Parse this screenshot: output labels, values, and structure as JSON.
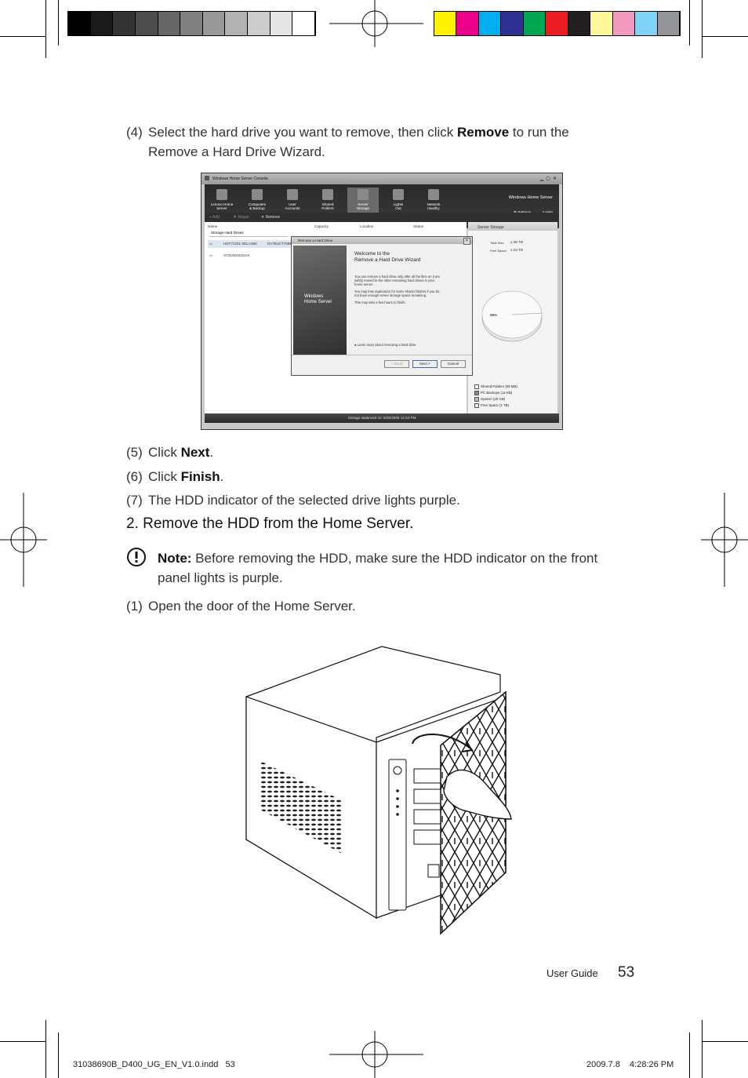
{
  "color_bar": {
    "gray_steps": [
      "#000000",
      "#1a1a1a",
      "#333333",
      "#4d4d4d",
      "#666666",
      "#808080",
      "#999999",
      "#b3b3b3",
      "#cccccc",
      "#e6e6e6",
      "#ffffff"
    ],
    "colors": [
      "#fff200",
      "#ec008c",
      "#00aeef",
      "#2e3192",
      "#00a651",
      "#ed1c24",
      "#231f20",
      "#fff799",
      "#f49ac1",
      "#7fd3f7",
      "#939598"
    ]
  },
  "step4": {
    "number": "(4)",
    "line1_pre": "Select the hard drive you want to remove, then click ",
    "line1_bold": "Remove",
    "line1_post": " to run the",
    "line2": "Remove a Hard Drive Wizard."
  },
  "screenshot": {
    "window_title": "Windows Home Server Console",
    "ribbon_items": [
      {
        "line1": "Lenovo Home",
        "line2": "Server"
      },
      {
        "line1": "Computers",
        "line2": "& Backup"
      },
      {
        "line1": "User",
        "line2": "Accounts"
      },
      {
        "line1": "Shared",
        "line2": "Folders"
      },
      {
        "line1": "Server",
        "line2": "Storage"
      },
      {
        "line1": "Lights",
        "line2": "Out"
      },
      {
        "line1": "Network",
        "line2": "Healthy"
      }
    ],
    "brand": "Windows Home Server",
    "settings": "Settings",
    "help": "Help",
    "toolbar": {
      "add": "Add",
      "repair": "Repair",
      "remove": "Remove"
    },
    "columns": {
      "name": "Name",
      "capacity": "Capacity",
      "location": "Location",
      "status": "Status"
    },
    "section": "Storage Hard Drives",
    "drives": [
      "HDT72251 6DLA380",
      "ST3100034OAS"
    ],
    "drive1_extra": "DV7Б1CT70BE",
    "wizard": {
      "title": "Remove a Hard Drive",
      "heading1": "Welcome to the",
      "heading2": "Remove a Hard Drive Wizard",
      "p1": [
        "You can remove a hard drive only after all the files on it are",
        "safely moved to the other remaining hard drives in your",
        "home server."
      ],
      "p2": [
        "You may lose duplication for some shared folders if you do",
        "not have enough server storage space remaining."
      ],
      "p3": "This may take a few hours to finish.",
      "learn": "Learn more about removing a hard drive",
      "logo1": "Windows",
      "logo2": "Home Server",
      "back": "< Back",
      "next": "Next >",
      "cancel": "Cancel"
    },
    "storage": {
      "title": "Server Storage",
      "total_label": "Total Size:",
      "total_value": "1.06 TB",
      "free_label": "Free Space:",
      "free_value": "1.04 TB",
      "pie_label": "98%",
      "legend": [
        "Shared Folders (59 MB)",
        "PC Backups (14 KB)",
        "System (20 GB)",
        "Free Space (1 TB)"
      ]
    },
    "status_bar": "Storage Balanced on: 6/25/2009 12:54 PM"
  },
  "steps": [
    {
      "number": "(5)",
      "pre": "Click ",
      "bold": "Next",
      "post": "."
    },
    {
      "number": "(6)",
      "pre": "Click ",
      "bold": "Finish",
      "post": "."
    },
    {
      "number": "(7)",
      "pre": "The HDD indicator of the selected drive lights purple.",
      "bold": "",
      "post": ""
    }
  ],
  "heading2": "2.  Remove the HDD from the Home Server.",
  "note": {
    "label": "Note:",
    "line1": " Before removing the HDD, make sure the HDD indicator on the front",
    "line2": "panel lights is purple."
  },
  "step_open": {
    "number": "(1)",
    "text": "Open the door of the Home Server."
  },
  "footer": {
    "guide": "User Guide",
    "page": "53",
    "file": "31038690B_D400_UG_EN_V1.0.indd   53",
    "date": "2009.7.8    4:28:26 PM"
  }
}
